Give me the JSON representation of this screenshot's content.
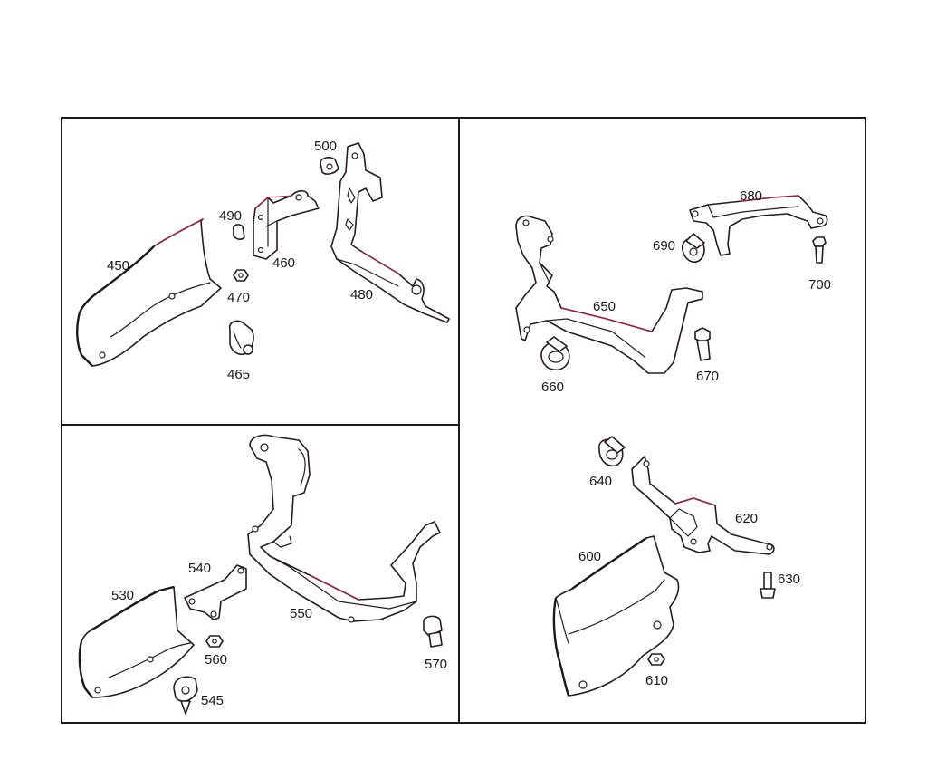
{
  "colors": {
    "line": "#2a1a22",
    "accent": "#c8104a",
    "frame": "#1a1a1a",
    "background": "#ffffff"
  },
  "callouts": {
    "p450": "450",
    "p460": "460",
    "p465": "465",
    "p470": "470",
    "p480": "480",
    "p490": "490",
    "p500": "500",
    "p530": "530",
    "p540": "540",
    "p545": "545",
    "p550": "550",
    "p560": "560",
    "p570": "570",
    "p600": "600",
    "p610": "610",
    "p620": "620",
    "p630": "630",
    "p640": "640",
    "p650": "650",
    "p660": "660",
    "p670": "670",
    "p680": "680",
    "p690": "690",
    "p700": "700"
  }
}
